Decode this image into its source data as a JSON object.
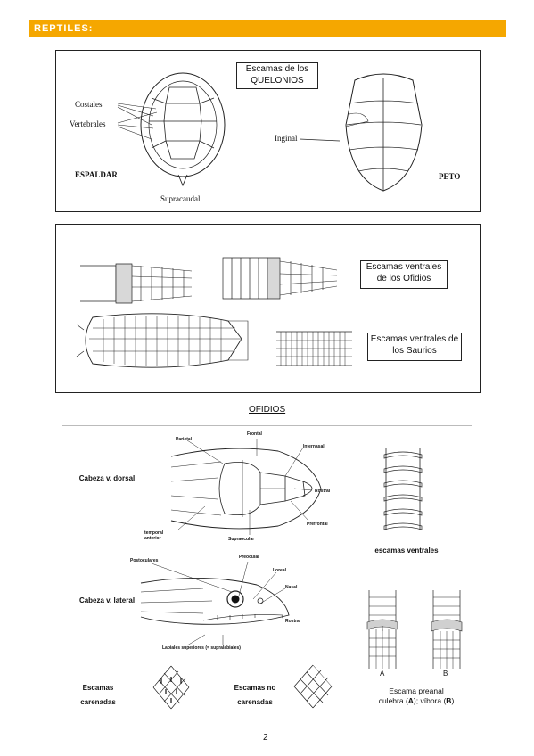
{
  "header": {
    "title": "REPTILES:"
  },
  "quelonios": {
    "box_title": "Escamas de los QUELONIOS",
    "costales": "Costales",
    "vertebrales": "Vertebrales",
    "espaldar": "ESPALDAR",
    "supracaudal": "Supracaudal",
    "inginal": "Inginal",
    "peto": "PETO"
  },
  "ventral": {
    "ofidios_box": "Escamas ventrales de los Ofidios",
    "saurios_box": "Escamas ventrales de los Saurios"
  },
  "ofidios": {
    "section_title": "OFIDIOS",
    "cabeza_dorsal": "Cabeza v. dorsal",
    "cabeza_lateral": "Cabeza v. lateral",
    "parietal": "Parietal",
    "frontal": "Frontal",
    "internasal": "Internasal",
    "rostral": "Rostral",
    "prefrontal": "Prefrontal",
    "supraocular": "Supraocular",
    "temporal_anterior": "temporal anterior",
    "postoculares": "Postoculares",
    "preocular": "Preocular",
    "loreal": "Loreal",
    "nasal": "Nasal",
    "rostral_lat": "Rostral",
    "labiales": "Labiales superiores (= supralabiales)",
    "escamas_ventrales": "escamas ventrales",
    "carenadas": "Escamas carenadas",
    "no_carenadas": "Escamas no carenadas",
    "label_a": "A",
    "label_b": "B",
    "preanal_line1": "Escama preanal",
    "preanal_line2_pre": "culebra (",
    "preanal_a": "A",
    "preanal_mid": "); víbora (",
    "preanal_b": "B",
    "preanal_end": ")"
  },
  "footer": {
    "page_number": "2"
  }
}
